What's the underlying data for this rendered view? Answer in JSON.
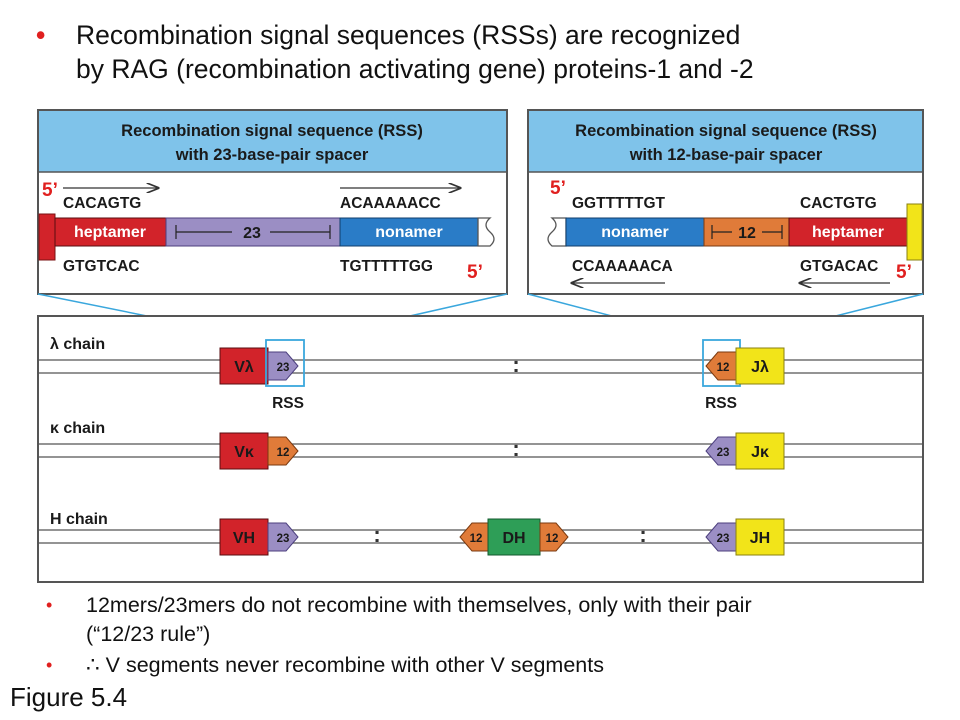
{
  "header": {
    "bullet": "•",
    "line1": "Recombination signal sequences (RSSs) are recognized",
    "line2": "by RAG (recombination activating gene) proteins-1 and -2"
  },
  "panel_left": {
    "title1": "Recombination signal sequence (RSS)",
    "title2": "with 23-base-pair spacer",
    "five_prime_top": "5’",
    "five_prime_bottom": "5’",
    "seq_top_left": "CACAGTG",
    "seq_top_right": "ACAAAAACC",
    "seq_bot_left": "GTGTCAC",
    "seq_bot_right": "TGTTTTTGG",
    "heptamer": "heptamer",
    "spacer": "23",
    "nonamer": "nonamer"
  },
  "panel_right": {
    "title1": "Recombination signal sequence (RSS)",
    "title2": "with 12-base-pair spacer",
    "five_prime_top": "5’",
    "five_prime_bottom": "5’",
    "seq_top_left": "GGTTTTTGT",
    "seq_top_right": "CACTGTG",
    "seq_bot_left": "CCAAAAACA",
    "seq_bot_right": "GTGACAC",
    "nonamer": "nonamer",
    "spacer": "12",
    "heptamer": "heptamer"
  },
  "loci": {
    "lambda": {
      "label": "λ chain",
      "v": "Vλ",
      "v_rss": "23",
      "j_rss": "12",
      "j": "Jλ",
      "rss_left": "RSS",
      "rss_right": "RSS",
      "dots": ":"
    },
    "kappa": {
      "label": "κ chain",
      "v": "Vκ",
      "v_rss": "12",
      "j_rss": "23",
      "j": "Jκ",
      "dots": ":"
    },
    "heavy": {
      "label": "H chain",
      "v": "VH",
      "v_rss": "23",
      "d_rss_left": "12",
      "d": "DH",
      "d_rss_right": "12",
      "j_rss": "23",
      "j": "JH",
      "dots": ":"
    }
  },
  "notes": {
    "bullet": "•",
    "line1a": "12mers/23mers do not recombine with themselves, only with their pair",
    "line1b": "(“12/23 rule”)",
    "line2": "∴ V segments never recombine with other V segments"
  },
  "figure_label": "Figure 5.4",
  "colors": {
    "heptamer": "#d2232a",
    "nonamer": "#2a7cc7",
    "spacer23": "#9b8ec4",
    "spacer12": "#e07b39",
    "d_segment": "#2e9e57",
    "j_segment": "#f2e419",
    "header_bg": "#7fc3ea",
    "connector": "#3aa7dd",
    "five_prime": "#e0201f"
  }
}
